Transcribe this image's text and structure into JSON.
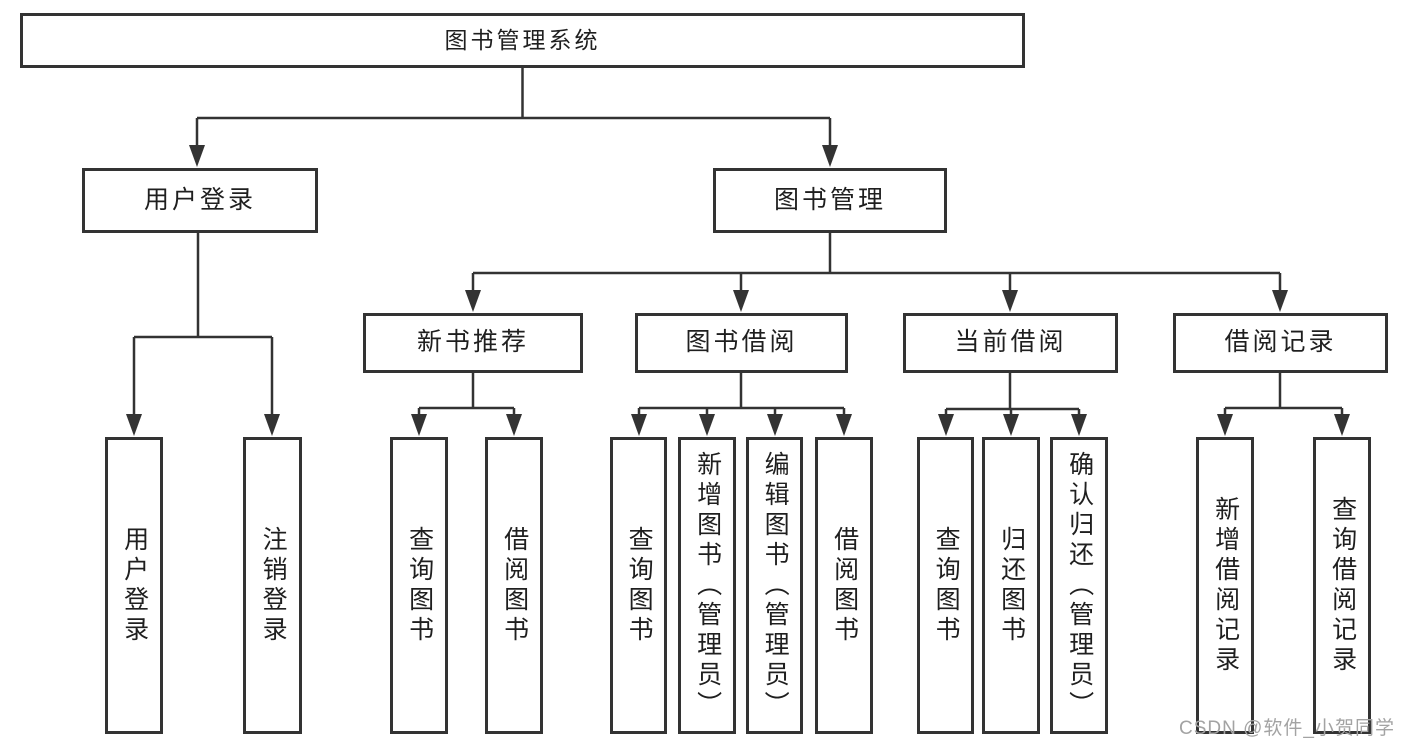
{
  "diagram": {
    "root": "图书管理系统",
    "level2": [
      "用户登录",
      "图书管理"
    ],
    "level3": [
      "新书推荐",
      "图书借阅",
      "当前借阅",
      "借阅记录"
    ],
    "leaves": {
      "user_login": [
        "用户登录",
        "注销登录"
      ],
      "new_books": [
        "查询图书",
        "借阅图书"
      ],
      "book_borrow": [
        "查询图书",
        "新增图书（管理员）",
        "编辑图书（管理员）",
        "借阅图书"
      ],
      "current_borrow": [
        "查询图书",
        "归还图书",
        "确认归还（管理员）"
      ],
      "borrow_records": [
        "新增借阅记录",
        "查询借阅记录"
      ]
    }
  },
  "watermark": "CSDN @软件_小贺同学",
  "colors": {
    "line": "#333333",
    "text": "#1f1f1f",
    "background": "#ffffff",
    "watermark": "#a3a3a3"
  }
}
